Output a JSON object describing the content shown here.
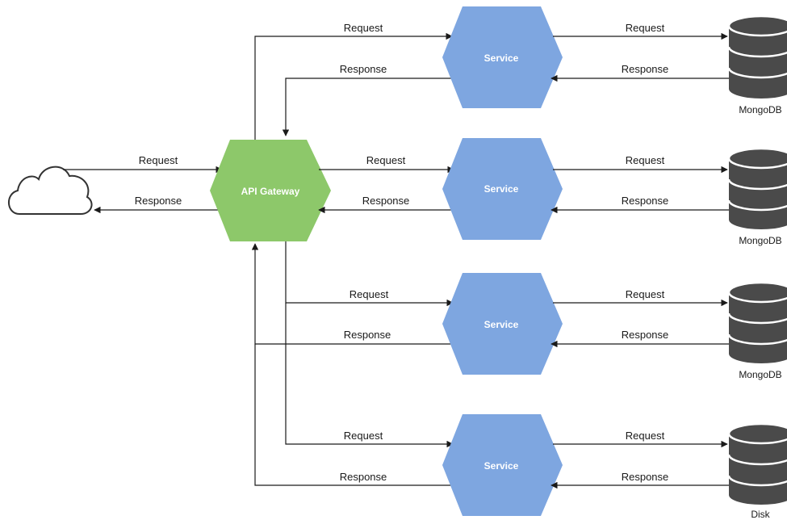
{
  "client": {
    "icon": "cloud-icon"
  },
  "gateway": {
    "label": "API Gateway",
    "color": "#8dc86a"
  },
  "service_color": "#7ea6e0",
  "db_color": "#4a4a4a",
  "client_link": {
    "request": "Request",
    "response": "Response"
  },
  "services": [
    {
      "label": "Service",
      "gw_request": "Request",
      "gw_response": "Response",
      "db_request": "Request",
      "db_response": "Response",
      "store": "MongoDB"
    },
    {
      "label": "Service",
      "gw_request": "Request",
      "gw_response": "Response",
      "db_request": "Request",
      "db_response": "Response",
      "store": "MongoDB"
    },
    {
      "label": "Service",
      "gw_request": "Request",
      "gw_response": "Response",
      "db_request": "Request",
      "db_response": "Response",
      "store": "MongoDB"
    },
    {
      "label": "Service",
      "gw_request": "Request",
      "gw_response": "Response",
      "db_request": "Request",
      "db_response": "Response",
      "store": "Disk"
    }
  ]
}
